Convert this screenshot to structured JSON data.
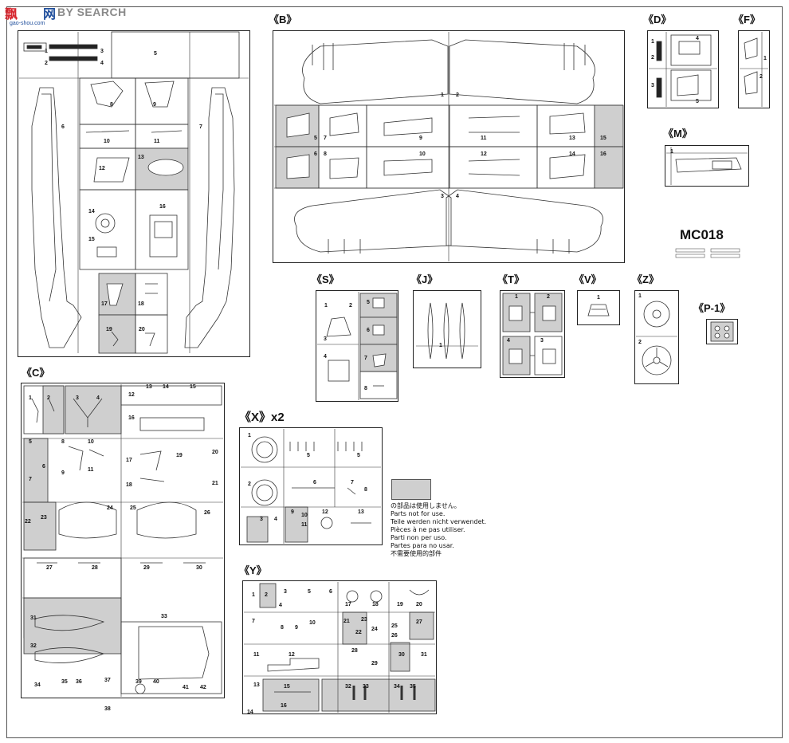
{
  "watermark": {
    "brand": "飘",
    "brand_rest": "网",
    "search": "BY SEARCH",
    "url": "gao-shou.com"
  },
  "sheet_border": true,
  "sprues": [
    {
      "id": "B",
      "label": "《B》"
    },
    {
      "id": "D",
      "label": "《D》"
    },
    {
      "id": "F",
      "label": "《F》"
    },
    {
      "id": "M",
      "label": "《M》"
    },
    {
      "id": "S",
      "label": "《S》"
    },
    {
      "id": "J",
      "label": "《J》"
    },
    {
      "id": "T",
      "label": "《T》"
    },
    {
      "id": "V",
      "label": "《V》"
    },
    {
      "id": "Z",
      "label": "《Z》"
    },
    {
      "id": "P1",
      "label": "《P-1》"
    },
    {
      "id": "C",
      "label": "《C》"
    },
    {
      "id": "X",
      "label": "《X》x2"
    },
    {
      "id": "Y",
      "label": "《Y》"
    }
  ],
  "product_code": "MC018",
  "legend": {
    "lines": [
      "の部品は使用しません。",
      "Parts not for use.",
      "Teile werden nicht verwendet.",
      "Pièces à ne pas utiliser.",
      "Parti non per uso.",
      "Partes para no usar.",
      "不需要使用的部件"
    ],
    "swatch_color": "#cfcfcf"
  },
  "part_numbers": {
    "A": [
      "1",
      "2",
      "3",
      "4",
      "5",
      "6",
      "7",
      "8",
      "9",
      "10",
      "11",
      "12",
      "13",
      "14",
      "15",
      "16",
      "17",
      "18",
      "19",
      "20"
    ],
    "B": [
      "1",
      "2",
      "3",
      "4",
      "5",
      "6",
      "7",
      "8",
      "9",
      "10",
      "11",
      "12",
      "13",
      "14",
      "15",
      "16"
    ],
    "D": [
      "1",
      "2",
      "3",
      "4",
      "5"
    ],
    "F": [
      "1",
      "2"
    ],
    "M": [
      "1"
    ],
    "S": [
      "1",
      "2",
      "3",
      "4",
      "5",
      "6",
      "7",
      "8"
    ],
    "J": [
      "1"
    ],
    "T": [
      "1",
      "2",
      "3",
      "4"
    ],
    "V": [
      "1"
    ],
    "Z": [
      "1",
      "2"
    ],
    "C": [
      "1",
      "2",
      "3",
      "4",
      "5",
      "6",
      "7",
      "8",
      "9",
      "10",
      "11",
      "12",
      "13",
      "14",
      "15",
      "16",
      "17",
      "18",
      "19",
      "20",
      "21",
      "22",
      "23",
      "24",
      "25",
      "26",
      "27",
      "28",
      "29",
      "30",
      "31",
      "32",
      "33",
      "34",
      "35",
      "36",
      "37",
      "38",
      "39",
      "40",
      "41",
      "42"
    ],
    "X": [
      "1",
      "2",
      "3",
      "4",
      "5",
      "6",
      "7",
      "8",
      "9",
      "10",
      "11",
      "12",
      "13"
    ],
    "Y": [
      "1",
      "2",
      "3",
      "4",
      "5",
      "6",
      "7",
      "8",
      "9",
      "10",
      "11",
      "12",
      "13",
      "14",
      "15",
      "16",
      "17",
      "18",
      "19",
      "20",
      "21",
      "22",
      "23",
      "24",
      "25",
      "26",
      "27",
      "28",
      "29",
      "30",
      "31",
      "32",
      "33",
      "34",
      "35"
    ]
  },
  "colors": {
    "line": "#222222",
    "unused": "#cfcfcf",
    "watermark_red": "#d7262e",
    "watermark_blue": "#1f4e9c",
    "watermark_gray": "#8a8a8a"
  }
}
